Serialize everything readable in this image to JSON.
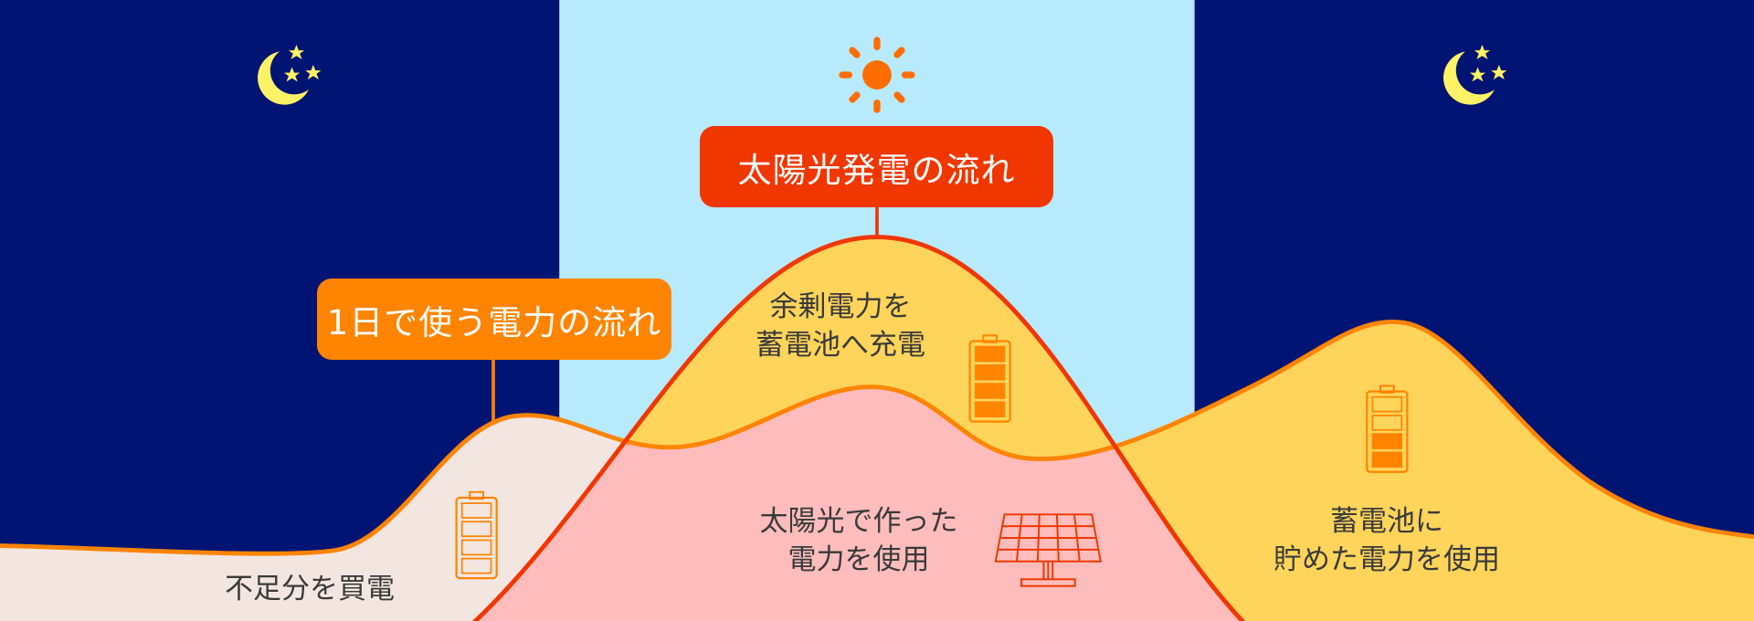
{
  "labels": {
    "solar_flow": "太陽光発電の流れ",
    "daily_usage_flow": "1日で使う電力の流れ"
  },
  "areas": {
    "surplus_line1": "余剰電力を",
    "surplus_line2": "蓄電池へ充電",
    "solar_use_line1": "太陽光で作った",
    "solar_use_line2": "電力を使用",
    "battery_use_line1": "蓄電池に",
    "battery_use_line2": "貯めた電力を使用",
    "purchase": "不足分を買電"
  },
  "batteries": {
    "night_morning_level": 0,
    "midday_level": 4,
    "evening_level": 2,
    "cells": 4
  },
  "colors": {
    "night": "#001473",
    "day": "#b8eafe",
    "solar_label": "#f03700",
    "usage_label": "#ff8400",
    "surplus": "#ffd45a",
    "solar_use": "#ffbcbc",
    "purchase": "#f3e6e1",
    "text": "#3a3a3a"
  },
  "icons": [
    "moon-stars-icon",
    "sun-icon",
    "battery-icon",
    "solar-panel-icon"
  ]
}
